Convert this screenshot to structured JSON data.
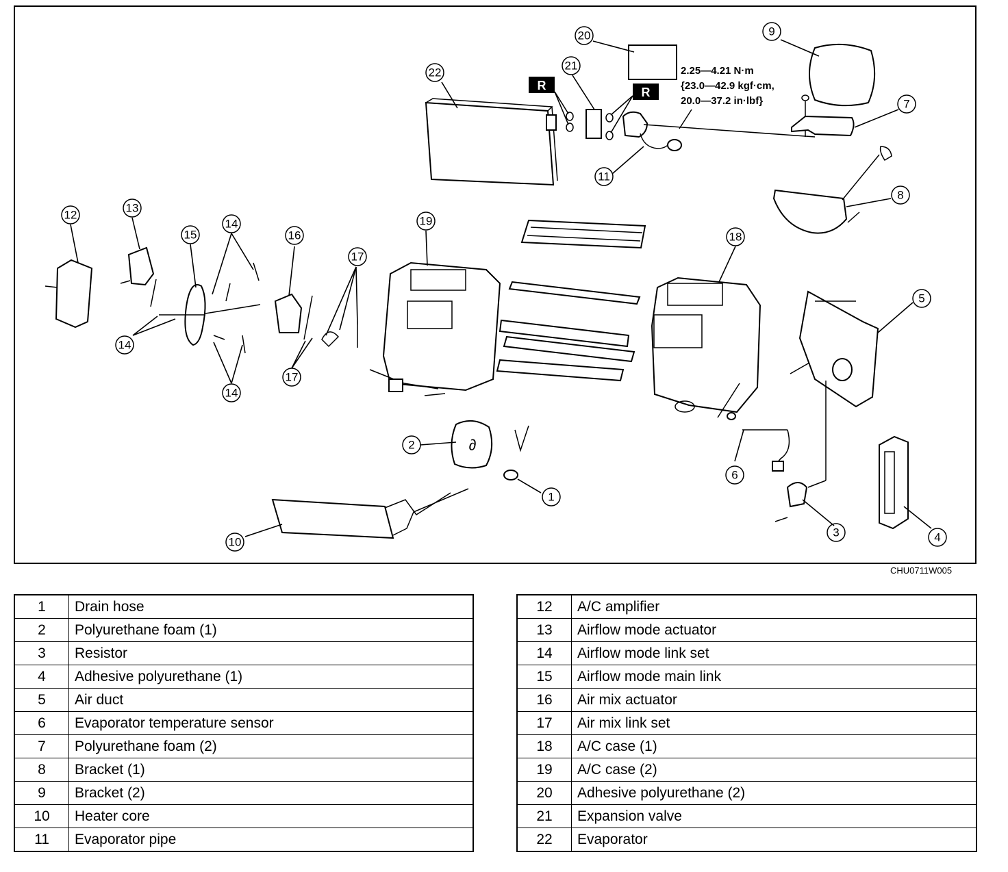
{
  "figure_code": "CHU0711W005",
  "torque_spec": {
    "line1": "2.25—4.21 N·m",
    "line2": "{23.0—42.9 kgf·cm,",
    "line3": "20.0—37.2 in·lbf}"
  },
  "replace_marker": "R",
  "callouts": [
    "1",
    "2",
    "3",
    "4",
    "5",
    "6",
    "7",
    "8",
    "9",
    "10",
    "11",
    "12",
    "13",
    "14",
    "15",
    "16",
    "17",
    "18",
    "19",
    "20",
    "21",
    "22"
  ],
  "legend_left": [
    {
      "num": "1",
      "name": "Drain hose"
    },
    {
      "num": "2",
      "name": "Polyurethane foam (1)"
    },
    {
      "num": "3",
      "name": "Resistor"
    },
    {
      "num": "4",
      "name": "Adhesive polyurethane (1)"
    },
    {
      "num": "5",
      "name": "Air duct"
    },
    {
      "num": "6",
      "name": "Evaporator temperature sensor"
    },
    {
      "num": "7",
      "name": "Polyurethane foam (2)"
    },
    {
      "num": "8",
      "name": "Bracket (1)"
    },
    {
      "num": "9",
      "name": "Bracket (2)"
    },
    {
      "num": "10",
      "name": "Heater core"
    },
    {
      "num": "11",
      "name": "Evaporator pipe"
    }
  ],
  "legend_right": [
    {
      "num": "12",
      "name": "A/C amplifier"
    },
    {
      "num": "13",
      "name": "Airflow mode actuator"
    },
    {
      "num": "14",
      "name": "Airflow mode link set"
    },
    {
      "num": "15",
      "name": "Airflow mode main link"
    },
    {
      "num": "16",
      "name": "Air mix actuator"
    },
    {
      "num": "17",
      "name": "Air mix link set"
    },
    {
      "num": "18",
      "name": "A/C case (1)"
    },
    {
      "num": "19",
      "name": "A/C case (2)"
    },
    {
      "num": "20",
      "name": "Adhesive polyurethane (2)"
    },
    {
      "num": "21",
      "name": "Expansion valve"
    },
    {
      "num": "22",
      "name": "Evaporator"
    }
  ]
}
